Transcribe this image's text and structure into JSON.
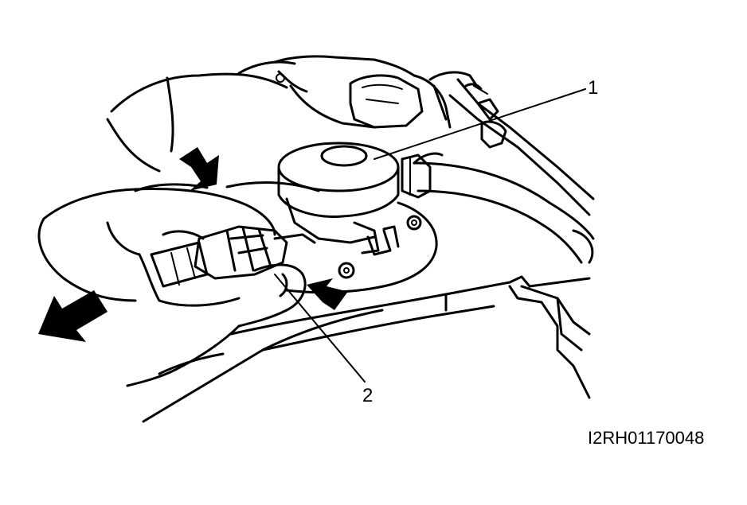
{
  "callouts": [
    {
      "id": "1",
      "text": "1"
    },
    {
      "id": "2",
      "text": "2"
    }
  ],
  "figure_code": "I2RH01170048",
  "colors": {
    "ink": "#000000",
    "background": "#ffffff"
  },
  "icons": [
    "push-arrow-icon",
    "pull-direction-arrow-icon"
  ]
}
